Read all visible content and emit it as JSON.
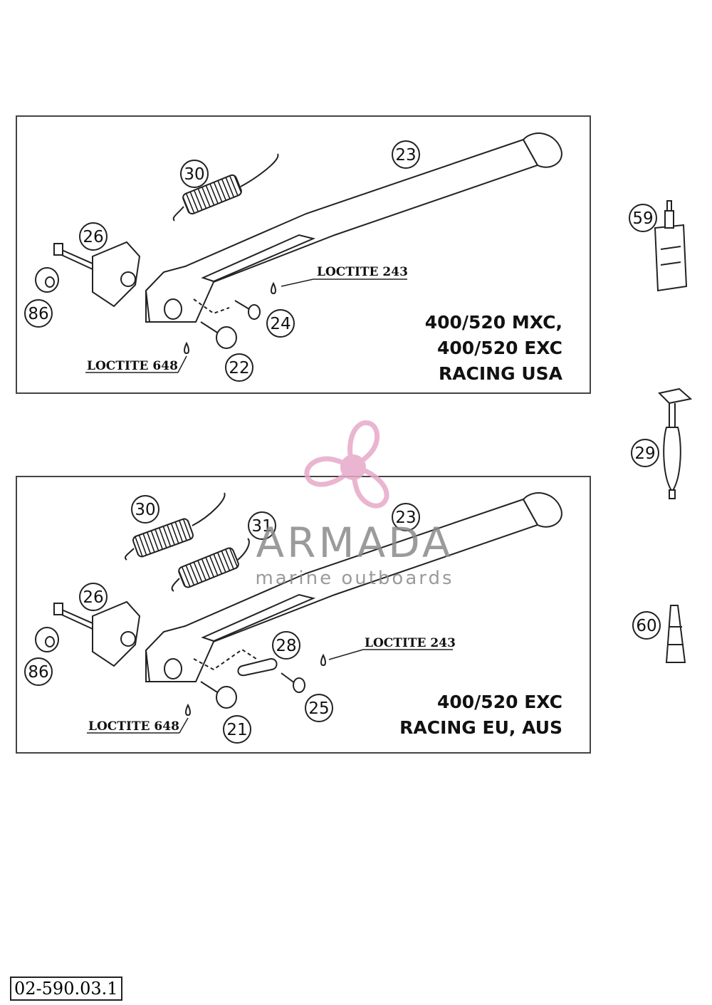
{
  "panels": {
    "top": {
      "callouts": [
        "30",
        "23",
        "26",
        "86",
        "24",
        "22"
      ],
      "loctite_243": "LOCTITE 243",
      "loctite_648": "LOCTITE 648",
      "model_lines": [
        "400/520 MXC,",
        "400/520 EXC",
        "RACING USA"
      ]
    },
    "bottom": {
      "callouts": [
        "30",
        "31",
        "23",
        "26",
        "86",
        "28",
        "25",
        "21"
      ],
      "loctite_243": "LOCTITE 243",
      "loctite_648": "LOCTITE 648",
      "model_lines": [
        "400/520 EXC",
        "RACING EU, AUS"
      ]
    }
  },
  "side_parts": {
    "callouts": [
      "59",
      "29",
      "60"
    ]
  },
  "watermark": {
    "name": "ARMADA",
    "tagline": "marine outboards",
    "color": "#e7a9c8"
  },
  "reference_code": "02-590.03.1"
}
